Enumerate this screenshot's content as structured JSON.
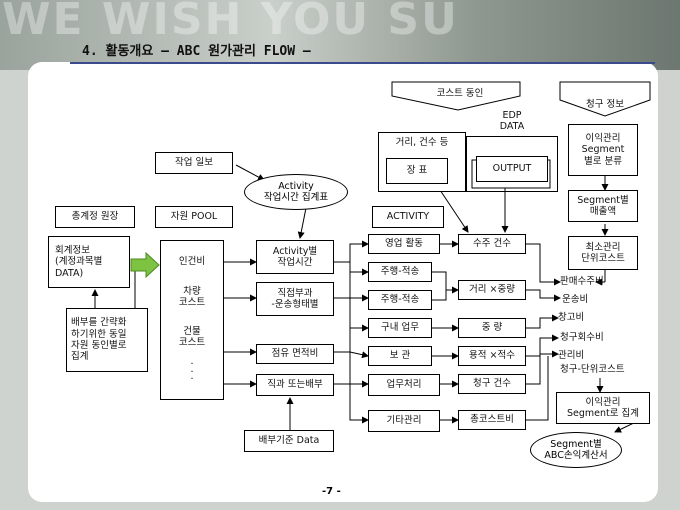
{
  "header": {
    "watermark": "WE WISH YOU SU",
    "title": "4. 활동개요 – ABC 원가관리 FLOW –"
  },
  "footer": {
    "page": "-7 -"
  },
  "diagram": {
    "cost_driver": "코스트 동인",
    "billing_info": "청구 정보",
    "edp": "EDP\nDATA",
    "distance": "거리, 건수 등",
    "ledger": "장  표",
    "output": "OUTPUT",
    "work_daily": "작업 일보",
    "activity_table": "Activity\n작업시간 집계표",
    "profit_segment": "이익관리\nSegment\n별로 분류",
    "segment_sales": "Segment별\n매출액",
    "min_unit_cost": "최소관리\n단위코스트",
    "gl_source": "총계정 원장",
    "resource_pool": "자원 POOL",
    "activity": "ACTIVITY",
    "accounting_info": "회계정보\n(계정과목별\nDATA)",
    "simplify_note": "배부를 간략화\n하기위한 동일\n자원 동인별로\n집계",
    "labor": "인건비",
    "vehicle": "차량\n코스트",
    "building": "건물\n코스트",
    "dots": ".\n.\n.",
    "activity_time": "Activity별\n작업시간",
    "direct_dept": "직접부과\n-운송형태별",
    "area_ratio": "점유 면적비",
    "direct_or_alloc": "직과 또는배부",
    "alloc_basis": "배부기준 Data",
    "business": "영업 활동",
    "drive_load": "주행-적송",
    "drive_load2": "주행-적송",
    "internal_work": "구내 업무",
    "storage": "보    관",
    "office": "업무처리",
    "other_mgmt": "기타관리",
    "order_count": "수주 건수",
    "dist_weight": "거리 ×중량",
    "weight": "중  량",
    "volume_qty": "용적 ×적수",
    "bill_count": "청구 건수",
    "total_cost_ratio": "총코스트비",
    "sales_promo": "판매수주비",
    "shipping": "운송비",
    "warehouse": "창고비",
    "billing_collect": "청구회수비",
    "mgmt": "관리비",
    "bill_unit_cost": "청구-단위코스트",
    "profit_seg_collect": "이익관리\nSegment로 집계",
    "pl_statement": "Segment별\nABC손익계산서"
  },
  "colors": {
    "arrow_fill": "#7ec242",
    "title_line": "#3a4a8a"
  }
}
